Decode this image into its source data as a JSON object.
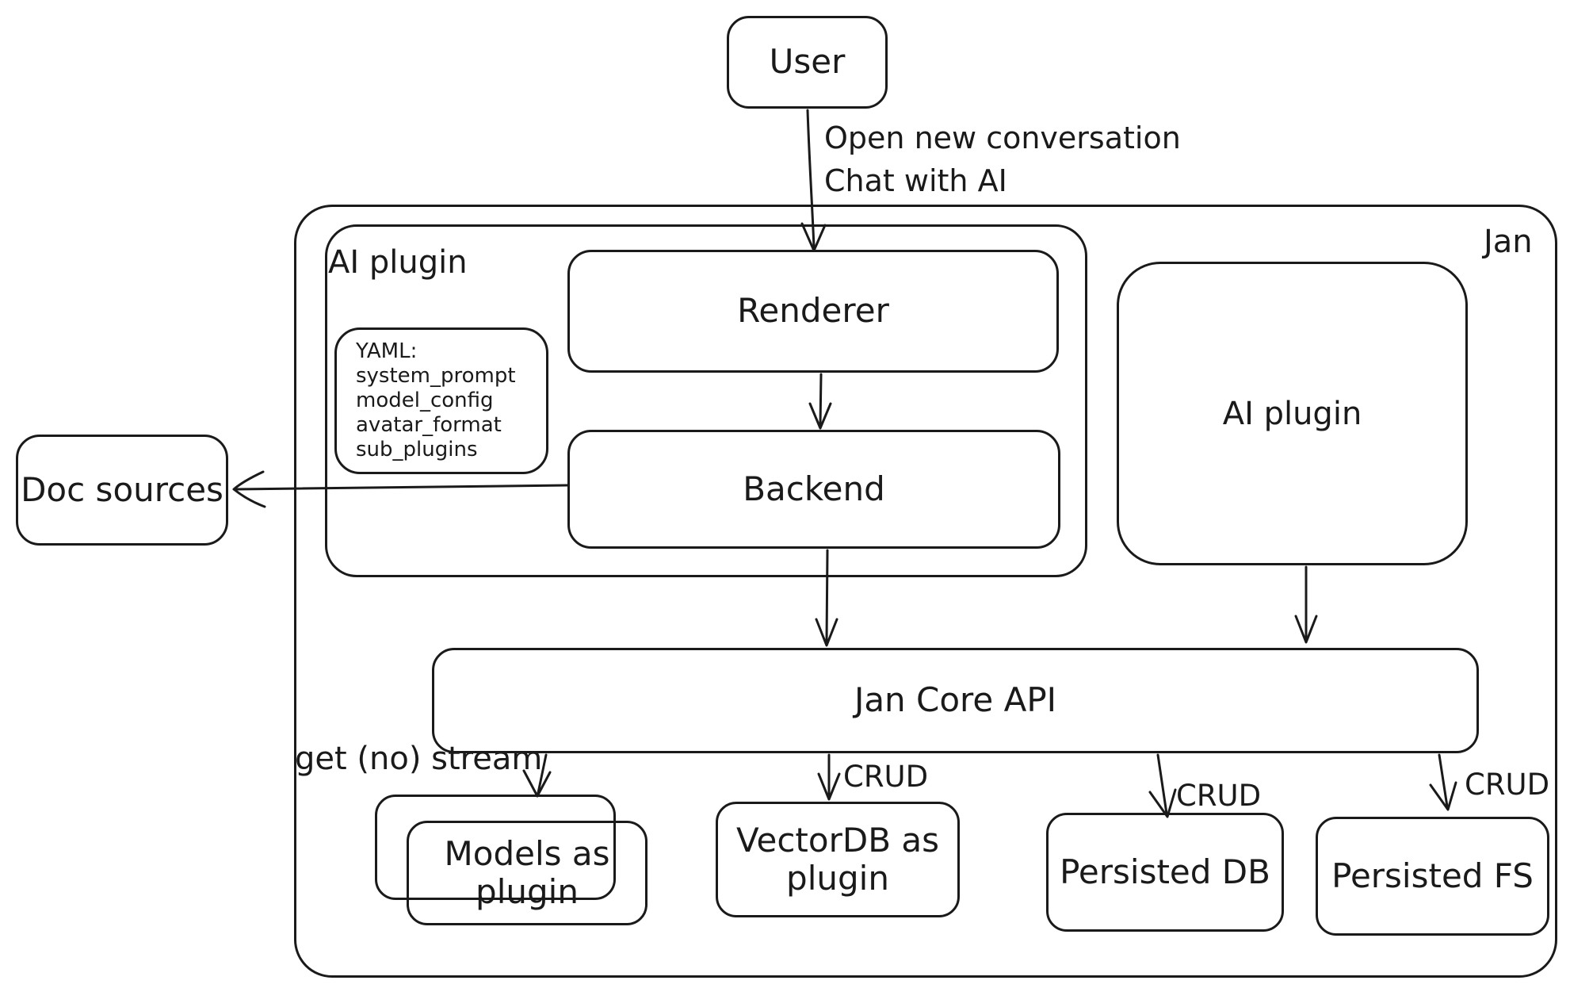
{
  "diagram": {
    "title_region": "Jan",
    "colors": {
      "background": "#ffffff",
      "stroke": "#1a1a1a"
    },
    "nodes": {
      "user": {
        "label": "User"
      },
      "jan": {
        "label": "Jan"
      },
      "ai_plugin_container": {
        "label": "AI plugin"
      },
      "yaml_note": {
        "lines": [
          "YAML:",
          "system_prompt",
          "model_config",
          "avatar_format",
          "sub_plugins"
        ]
      },
      "renderer": {
        "label": "Renderer"
      },
      "backend": {
        "label": "Backend"
      },
      "ai_plugin_box": {
        "label": "AI plugin"
      },
      "doc_sources": {
        "label": "Doc sources"
      },
      "jan_core_api": {
        "label": "Jan Core API"
      },
      "models_as_plugin": {
        "label": "Models as plugin"
      },
      "vectordb_as_plugin": {
        "label": "VectorDB as plugin"
      },
      "persisted_db": {
        "label": "Persisted DB"
      },
      "persisted_fs": {
        "label": "Persisted FS"
      }
    },
    "edges": {
      "user_to_renderer": {
        "label_line1": "Open new conversation",
        "label_line2": "Chat with AI"
      },
      "jan_core_to_models": {
        "label": "get (no) stream"
      },
      "jan_core_to_vectordb": {
        "label": "CRUD"
      },
      "jan_core_to_persisted_db": {
        "label": "CRUD"
      },
      "jan_core_to_persisted_fs": {
        "label": "CRUD"
      }
    }
  }
}
